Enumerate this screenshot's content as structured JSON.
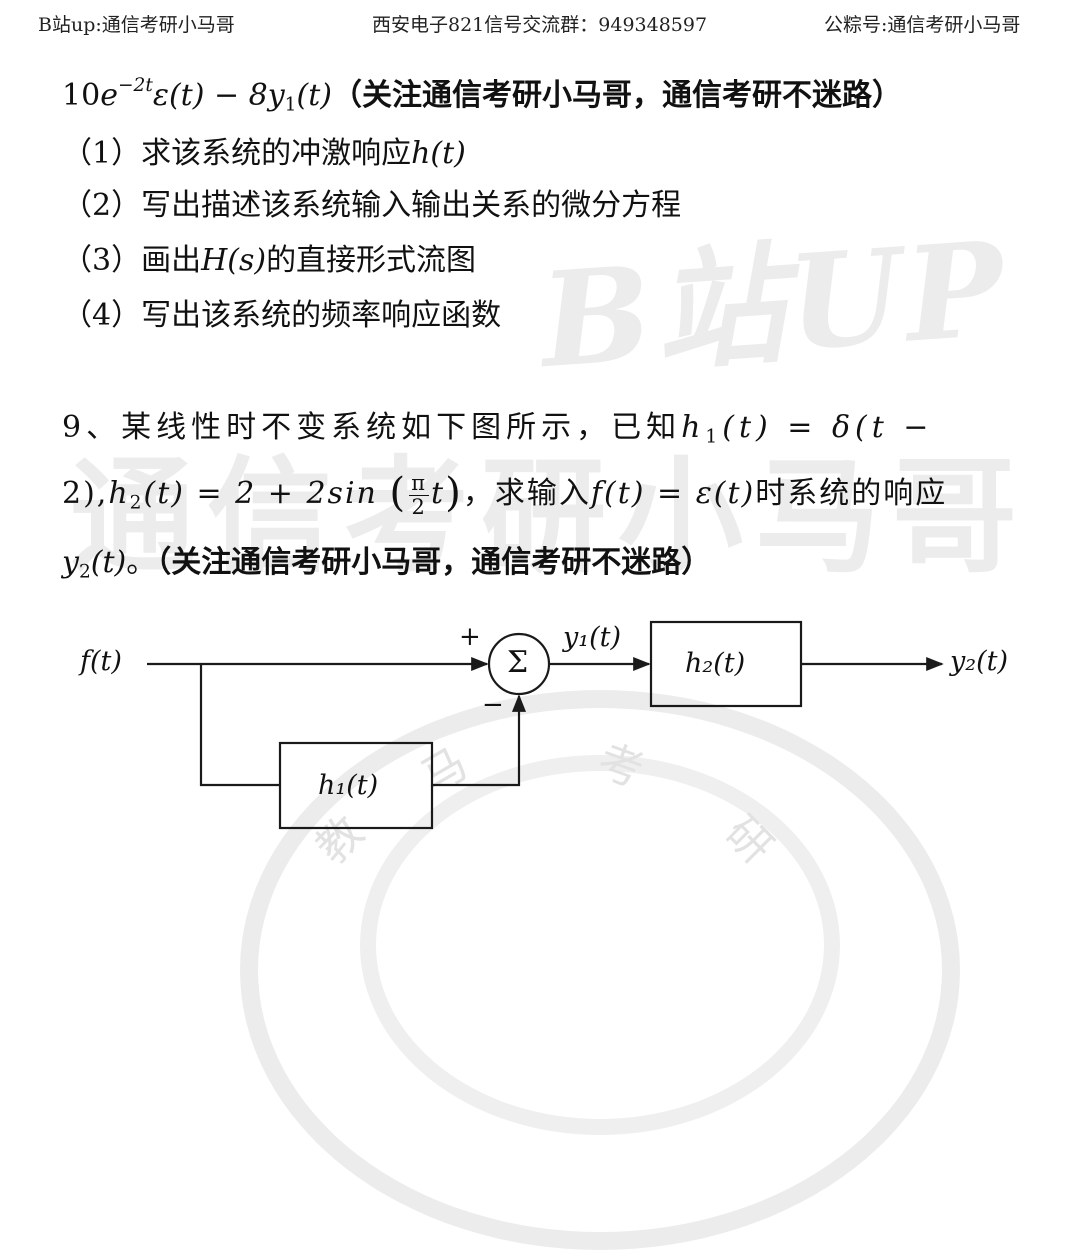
{
  "header": {
    "left": "B站up:通信考研小马哥",
    "center": "西安电子821信号交流群：949348597",
    "right": "公粽号:通信考研小马哥"
  },
  "watermarks": {
    "logo": "B站UP",
    "row": "通信考研小马哥",
    "seal_chars": [
      "马",
      "考",
      "教",
      "研"
    ]
  },
  "prev_problem": {
    "equation": {
      "coef": "10",
      "e": "e",
      "exp": "−2t",
      "eps": "ε(t) − 8",
      "y": "y",
      "y_sub": "1",
      "tail": "(t)"
    },
    "note": "（关注通信考研小马哥，通信考研不迷路）",
    "questions": [
      {
        "num": "（1）",
        "text": "求该系统的冲激响应",
        "math": "h(t)"
      },
      {
        "num": "（2）",
        "text": "写出描述该系统输入输出关系的微分方程",
        "math": ""
      },
      {
        "num": "（3）",
        "text": "画出",
        "math": "H(s)",
        "text_after": "的直接形式流图"
      },
      {
        "num": "（4）",
        "text": "写出该系统的频率响应函数",
        "math": ""
      }
    ]
  },
  "problem9": {
    "line1_text": "9、某线性时不变系统如下图所示，已知",
    "line1_math_h": "h",
    "line1_math_sub": "1",
    "line1_math_rest": "(t) = δ(t −",
    "line2_start": "2),",
    "line2_h": "h",
    "line2_sub": "2",
    "line2_eq": "(t) = 2 + 2sin",
    "frac_num": "π",
    "frac_den": "2",
    "frac_var": "t",
    "line2_text": "，求输入",
    "line2_f": "f(t) = ε(t)",
    "line2_tail": "时系统的响应",
    "line3_y": "y",
    "line3_sub": "2",
    "line3_rest": "(t)",
    "line3_period": "。",
    "note": "（关注通信考研小马哥，通信考研不迷路）"
  },
  "diagram": {
    "input_label": "f(t)",
    "plus_sign": "+",
    "minus_sign": "−",
    "sum_symbol": "Σ",
    "y1_label": "y₁(t)",
    "h2_label": "h₂(t)",
    "h1_label": "h₁(t)",
    "output_label": "y₂(t)",
    "line_color": "#1a1a1a"
  }
}
